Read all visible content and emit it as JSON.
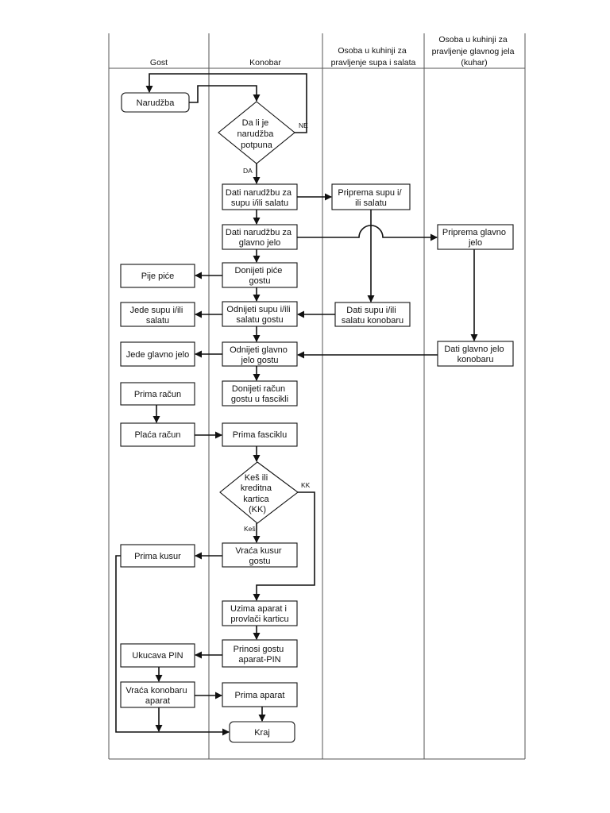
{
  "lanes": [
    {
      "lines": [
        "Gost"
      ]
    },
    {
      "lines": [
        "Konobar"
      ]
    },
    {
      "lines": [
        "Osoba u kuhinji za",
        "pravljenje supa i salata"
      ]
    },
    {
      "lines": [
        "Osoba u kuhinji za",
        "pravljenje glavnog jela",
        "(kuhar)"
      ]
    }
  ],
  "nodes": {
    "order": [
      "Narudžba"
    ],
    "check_complete": [
      "Da li je",
      "narudžba",
      "potpuna"
    ],
    "order_soup": [
      "Dati narudžbu za",
      "supu i/ili salatu"
    ],
    "prepare_soup": [
      "Priprema supu i/",
      "ili salatu"
    ],
    "order_main": [
      "Dati narudžbu za",
      "glavno jelo"
    ],
    "prepare_main": [
      "Priprema glavno",
      "jelo"
    ],
    "bring_drink": [
      "Donijeti piće",
      "gostu"
    ],
    "drinks": [
      "Pije piće"
    ],
    "carry_soup": [
      "Odnijeti supu i/ili",
      "salatu gostu"
    ],
    "eats_soup": [
      "Jede supu i/ili",
      "salatu"
    ],
    "give_soup": [
      "Dati supu i/ili",
      "salatu konobaru"
    ],
    "carry_main": [
      "Odnijeti glavno",
      "jelo gostu"
    ],
    "eats_main": [
      "Jede glavno jelo"
    ],
    "give_main": [
      "Dati glavno jelo",
      "konobaru"
    ],
    "bring_bill": [
      "Donijeti račun",
      "gostu u fascikli"
    ],
    "receives_bill": [
      "Prima račun"
    ],
    "pays_bill": [
      "Plaća račun"
    ],
    "receives_folder": [
      "Prima fasciklu"
    ],
    "payment_type": [
      "Keš ili",
      "kreditna",
      "kartica",
      "(KK)"
    ],
    "returns_change": [
      "Vraća kusur",
      "gostu"
    ],
    "receives_change": [
      "Prima kusur"
    ],
    "takes_terminal": [
      "Uzima aparat i",
      "provlači karticu"
    ],
    "brings_terminal": [
      "Prinosi gostu",
      "aparat-PIN"
    ],
    "enters_pin": [
      "Ukucava PIN"
    ],
    "returns_terminal": [
      "Vraća konobaru",
      "aparat"
    ],
    "receives_terminal": [
      "Prima aparat"
    ],
    "end": [
      "Kraj"
    ]
  },
  "edge_labels": {
    "no": "NE",
    "yes": "DA",
    "cash": "Keš",
    "card": "KK"
  }
}
